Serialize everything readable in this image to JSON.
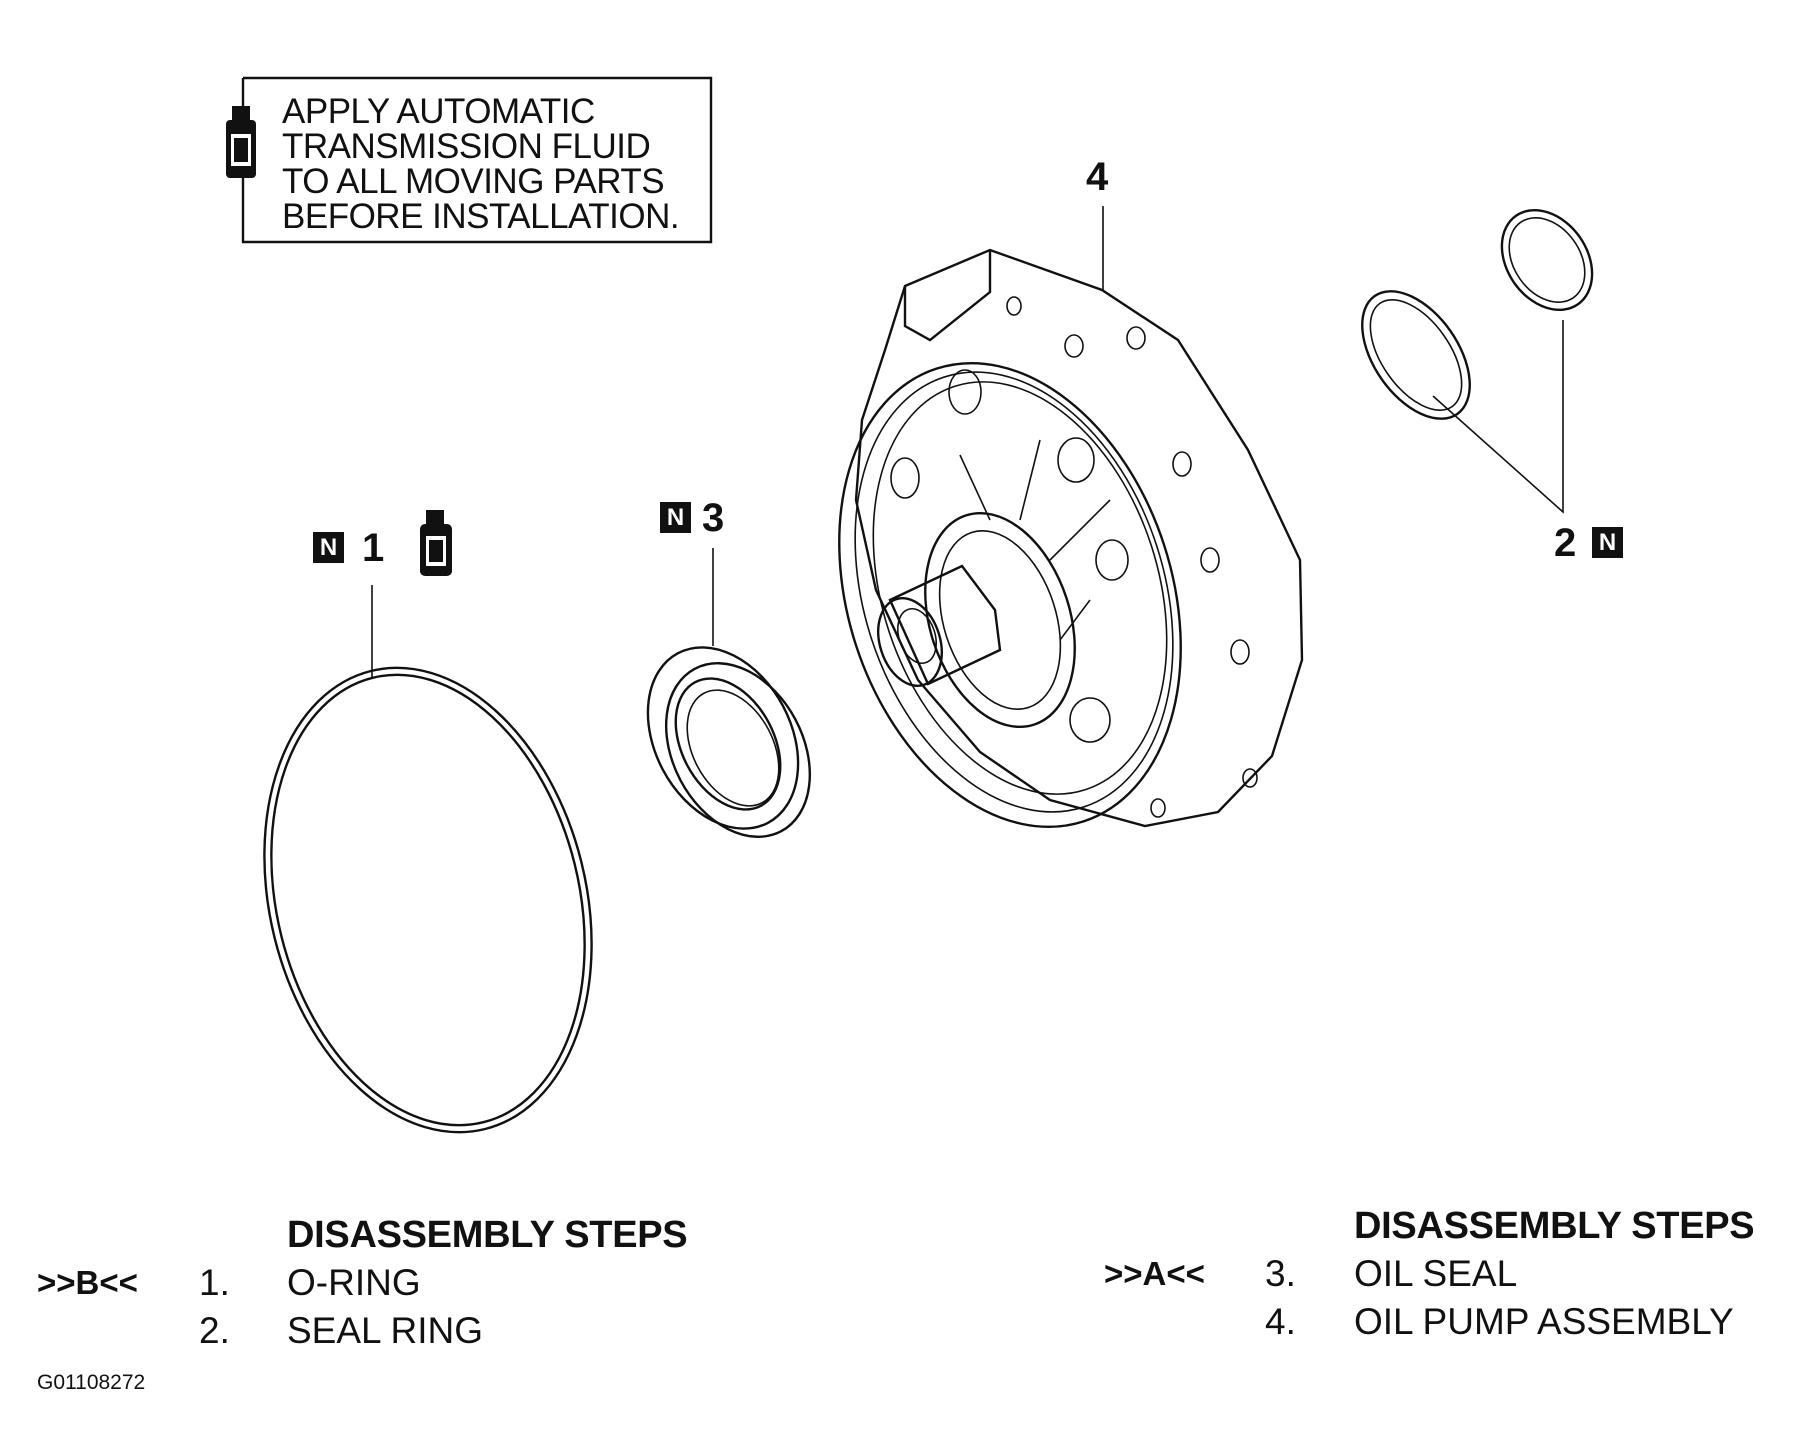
{
  "note": {
    "lines": [
      "APPLY AUTOMATIC",
      "TRANSMISSION FLUID",
      "TO ALL MOVING PARTS",
      "BEFORE INSTALLATION."
    ],
    "icon": "fluid-bottle-icon"
  },
  "callouts": {
    "part1": {
      "number": "1",
      "badge": "N"
    },
    "part2": {
      "number": "2",
      "badge": "N"
    },
    "part3": {
      "number": "3",
      "badge": "N"
    },
    "part4": {
      "number": "4"
    }
  },
  "steps_left": {
    "heading": "DISASSEMBLY STEPS",
    "tag": ">>B<<",
    "items": [
      {
        "num": "1.",
        "label": "O-RING"
      },
      {
        "num": "2.",
        "label": "SEAL RING"
      }
    ]
  },
  "steps_right": {
    "heading": "DISASSEMBLY STEPS",
    "tag": ">>A<<",
    "items": [
      {
        "num": "3.",
        "label": "OIL SEAL"
      },
      {
        "num": "4.",
        "label": "OIL PUMP ASSEMBLY"
      }
    ]
  },
  "figure_id": "G01108272"
}
